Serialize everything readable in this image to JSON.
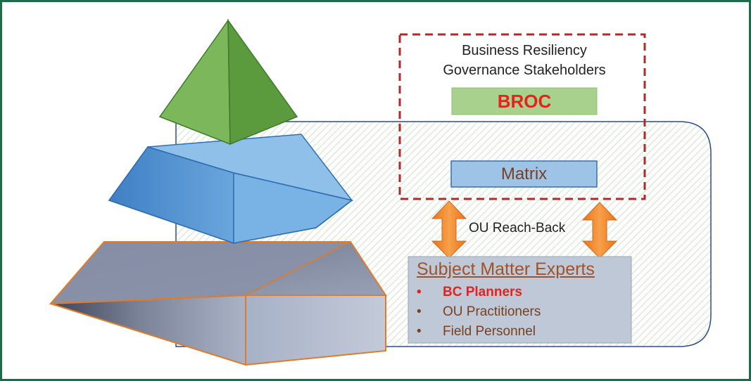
{
  "colors": {
    "frame": "#1d6b4a",
    "tier_top": "#6fae4b",
    "tier_middle": "#5b9bd5",
    "tier_bottom": "#7d8aa5",
    "governance_border": "#b02a2a",
    "reachback_arrow": "#f08a2c",
    "highlight_text": "#e8211d",
    "brown_text": "#7b3f1d"
  },
  "governance": {
    "title_line1": "Business Resiliency",
    "title_line2": "Governance Stakeholders",
    "broc": "BROC",
    "matrix": "Matrix"
  },
  "reachback": {
    "label": "OU Reach-Back"
  },
  "sme": {
    "title": "Subject Matter Experts",
    "items": [
      {
        "bullet": "•",
        "text": "BC Planners"
      },
      {
        "bullet": "•",
        "text": "OU Practitioners"
      },
      {
        "bullet": "•",
        "text": "Field Personnel"
      }
    ]
  }
}
